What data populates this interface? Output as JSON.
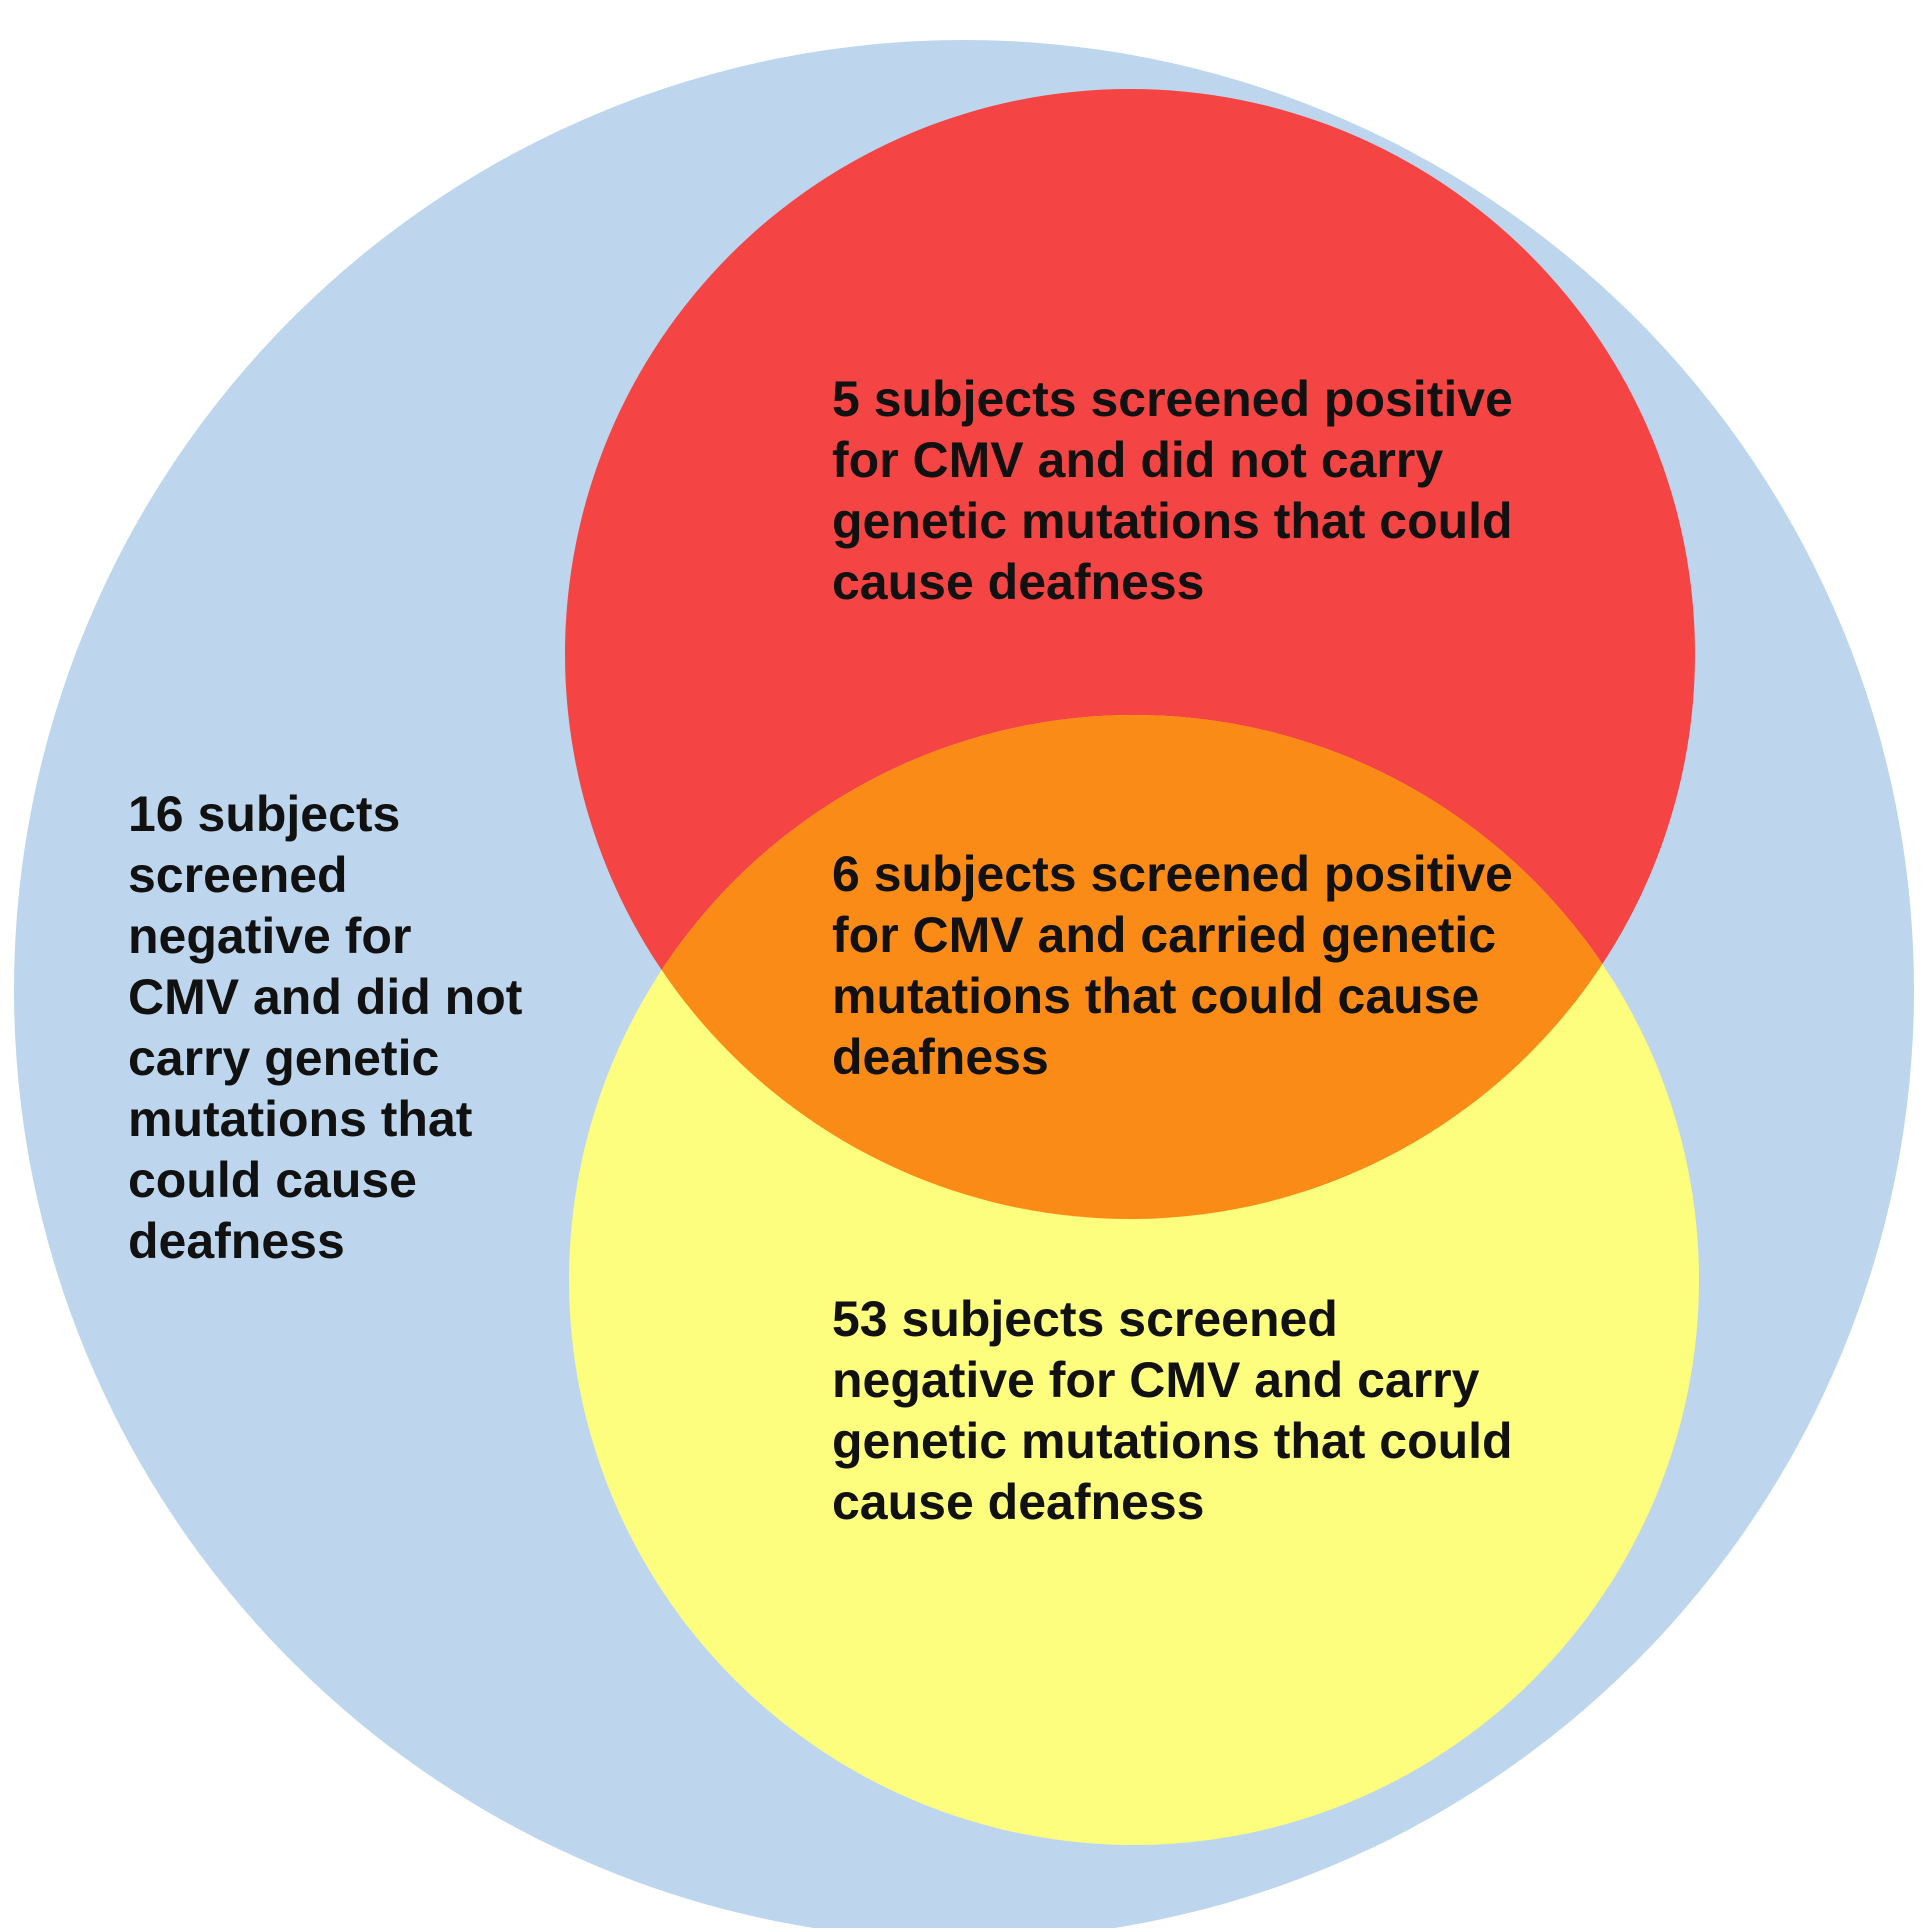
{
  "diagram": {
    "type": "venn",
    "colors": {
      "outer": "#bdd6ed",
      "cmv_positive": "#f44444",
      "overlap": "#fb8b17",
      "genetic_mutation": "#fdfd7e"
    },
    "regions": {
      "outer": {
        "lines": [
          "16 subjects",
          "screened",
          "negative for",
          "CMV and did not",
          "carry genetic",
          "mutations that",
          "could cause",
          "deafness"
        ]
      },
      "cmv_positive_only": {
        "lines": [
          "5 subjects screened positive",
          "for CMV and did not carry",
          "genetic mutations that could",
          "cause deafness"
        ]
      },
      "overlap": {
        "lines": [
          "6 subjects screened positive",
          "for CMV and carried genetic",
          "mutations that could cause",
          "deafness"
        ]
      },
      "genetic_mutation_only": {
        "lines": [
          "53 subjects screened",
          "negative for CMV and carry",
          "genetic mutations that could",
          "cause deafness"
        ]
      }
    }
  }
}
